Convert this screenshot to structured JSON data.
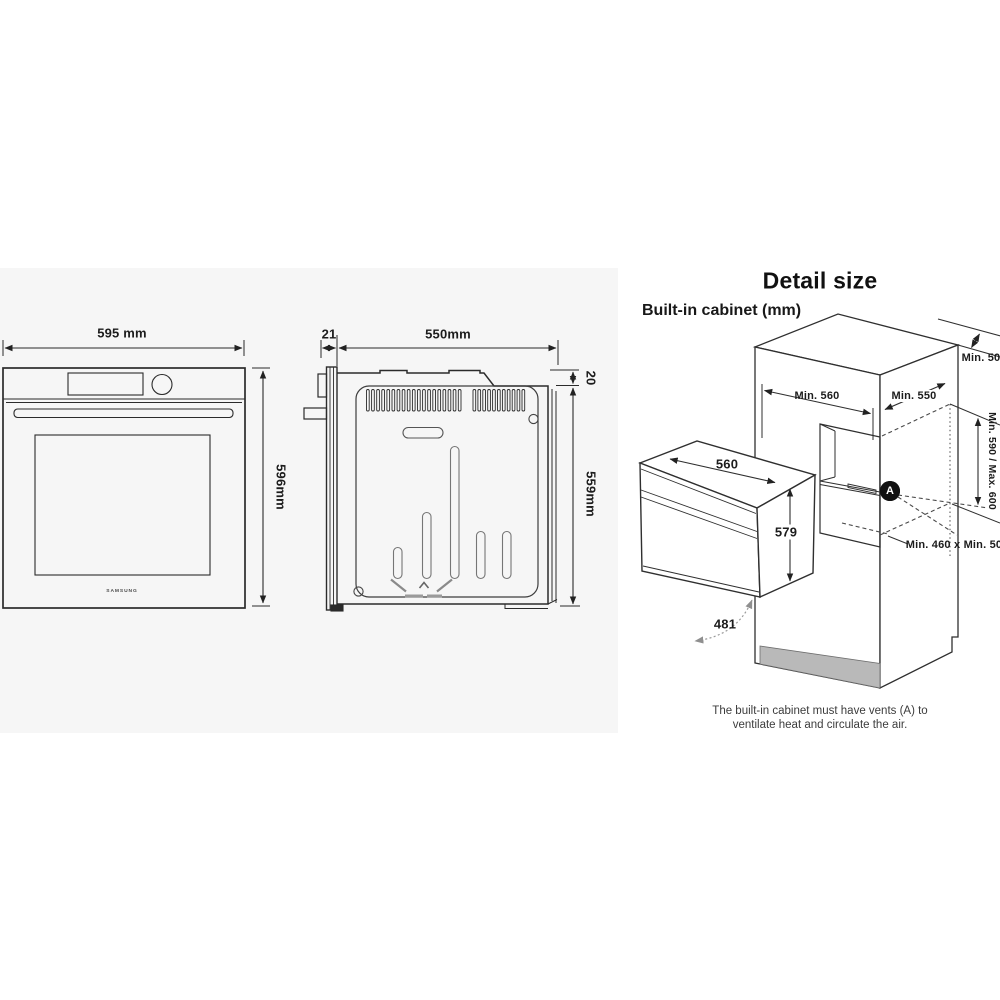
{
  "front_view": {
    "brand": "SAMSUNG",
    "width_label": "595 mm",
    "height_label": "596mm"
  },
  "side_view": {
    "door_thickness_label": "21",
    "depth_label": "550mm",
    "top_offset_label": "20",
    "height_label": "559mm"
  },
  "detail": {
    "title": "Detail size",
    "subtitle": "Built-in cabinet (mm)",
    "top_clearance": "Min. 50",
    "niche_width": "Min. 560",
    "niche_depth": "Min. 550",
    "niche_height": "Min. 590 / Max. 600",
    "vent_size": "Min. 460 x Min. 50",
    "vent_badge": "A",
    "oven_width": "560",
    "oven_height": "579",
    "door_swing": "481",
    "note_line1": "The built-in cabinet must have vents (A) to",
    "note_line2": "ventilate heat and circulate the air."
  },
  "colors": {
    "panel_bg": "#f6f6f6",
    "line": "#2b2b2b",
    "plinth_gray": "#b9b9b9"
  }
}
